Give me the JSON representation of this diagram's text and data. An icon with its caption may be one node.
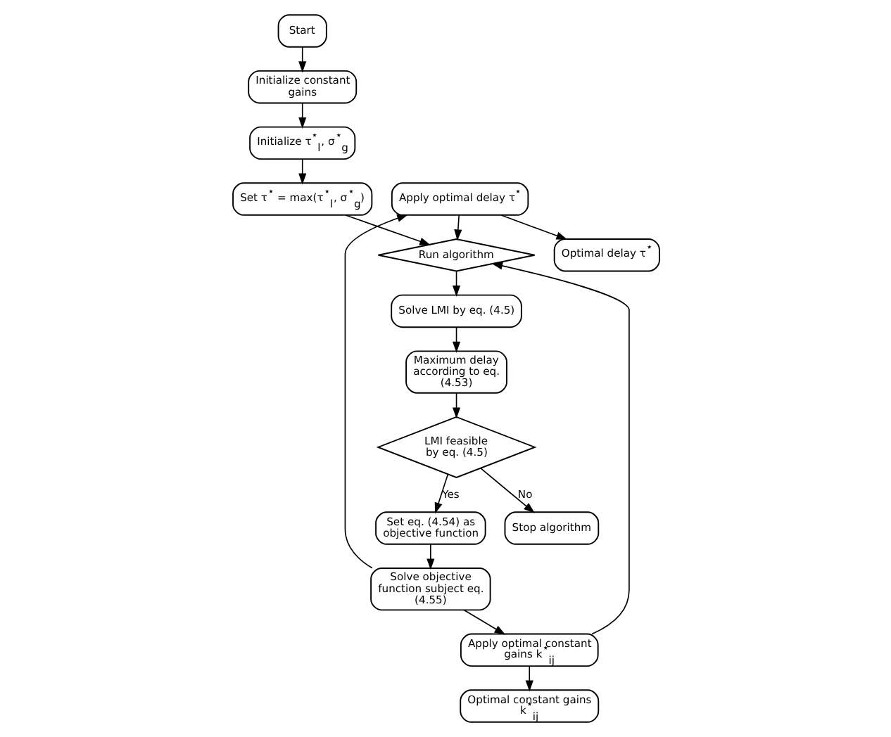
{
  "diagram": {
    "nodes": [
      {
        "text": [
          "Optimal delay τ$^{⋆}$"
        ]
      },
      {
        "text": [
          "Apply optimal delay τ$^{⋆}$"
        ]
      },
      {
        "text": [
          "Optimal constant gains k$^{⋆}$$_{ij}$"
        ]
      },
      {
        "text": [
          "Set τ$^{⋆}$ = max(τ$^{⋆}$$_{l}$, σ$^{⋆}$$_{g}$)"
        ]
      },
      {
        "text": [
          "Run algorithm"
        ]
      },
      {
        "text": [
          "Apply optimal constant gains k$^{⋆}$$_{ij}$"
        ]
      },
      {
        "text": [
          "Initialize τ$^{⋆}$$_{l}$, σ$^{⋆}$$_{g}$"
        ]
      },
      {
        "text": [
          "Solve LMI by eq. (4.5)"
        ]
      },
      {
        "text": [
          "Solve objective function subject eq. (4.55)"
        ]
      },
      {
        "text": [
          "Initialize constant gains"
        ]
      },
      {
        "text": [
          "Maximum delay according to eq. (4.53)"
        ]
      },
      {
        "text": [
          "Set eq. (4.54) as objective function"
        ]
      },
      {
        "text": [
          "Start"
        ]
      },
      {
        "text": [
          "Stop algorithm"
        ]
      },
      {
        "text": [
          "LMI feasible by eq. (4.5)"
        ]
      }
    ],
    "edges": [
      {
        "from": 12,
        "to": 9,
        "arrow": "to"
      },
      {
        "from": 9,
        "to": 6,
        "arrow": "to"
      },
      {
        "from": 6,
        "to": 3,
        "arrow": "to"
      },
      {
        "from": 3,
        "to": 4,
        "arrow": "to"
      },
      {
        "from": 1,
        "to": 0,
        "arrow": "to"
      },
      {
        "from": 1,
        "to": 4,
        "arrow": "to"
      },
      {
        "from": 5,
        "to": 4,
        "arrow": "to"
      },
      {
        "from": 5,
        "to": 2,
        "arrow": "to"
      },
      {
        "from": 4,
        "to": 7,
        "arrow": "to"
      },
      {
        "from": 7,
        "to": 10,
        "arrow": "to"
      },
      {
        "from": 10,
        "to": 14,
        "arrow": "to"
      },
      {
        "from": 14,
        "to": 13,
        "arrow": "to",
        "label": "No"
      },
      {
        "from": 14,
        "to": 11,
        "arrow": "to",
        "label": "Yes"
      },
      {
        "from": 11,
        "to": 8,
        "arrow": "to"
      },
      {
        "from": 8,
        "to": 5,
        "arrow": "to"
      },
      {
        "from": 8,
        "to": 1,
        "arrow": "to"
      }
    ]
  }
}
